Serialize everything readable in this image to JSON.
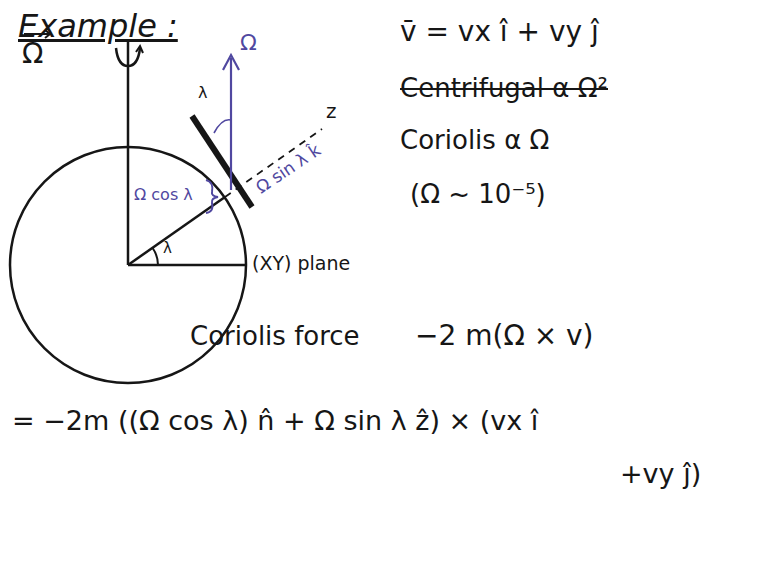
{
  "diagram": {
    "title": "Example :",
    "labels": [
      "Ω",
      "Ω",
      "λ",
      "z",
      "Ω sin λ k̂",
      "Ω cos λ",
      "λ",
      "(XY) plane",
      "v̄ = vx î + vy ĵ",
      "Centrifugal α Ω²",
      "Coriolis α Ω",
      "(Ω ~ 10⁻⁵)",
      "Coriolis force",
      "−2 m(Ω × v)",
      "= −2m ((Ω cos λ) n̂ + Ω sin λ ẑ) × (vx î",
      "+vy ĵ)"
    ]
  }
}
